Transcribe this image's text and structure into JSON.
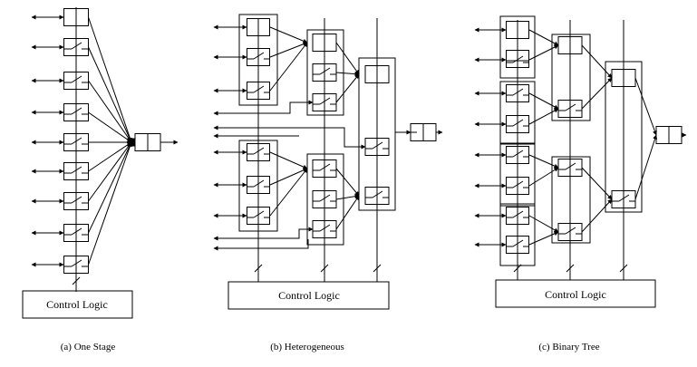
{
  "panels": [
    {
      "id": "one-stage",
      "caption": "(a) One Stage",
      "control_label": "Control Logic"
    },
    {
      "id": "heterogeneous",
      "caption": "(b) Heterogeneous",
      "control_label": "Control Logic"
    },
    {
      "id": "binary-tree",
      "caption": "(c) Binary Tree",
      "control_label": "Control Logic"
    }
  ]
}
